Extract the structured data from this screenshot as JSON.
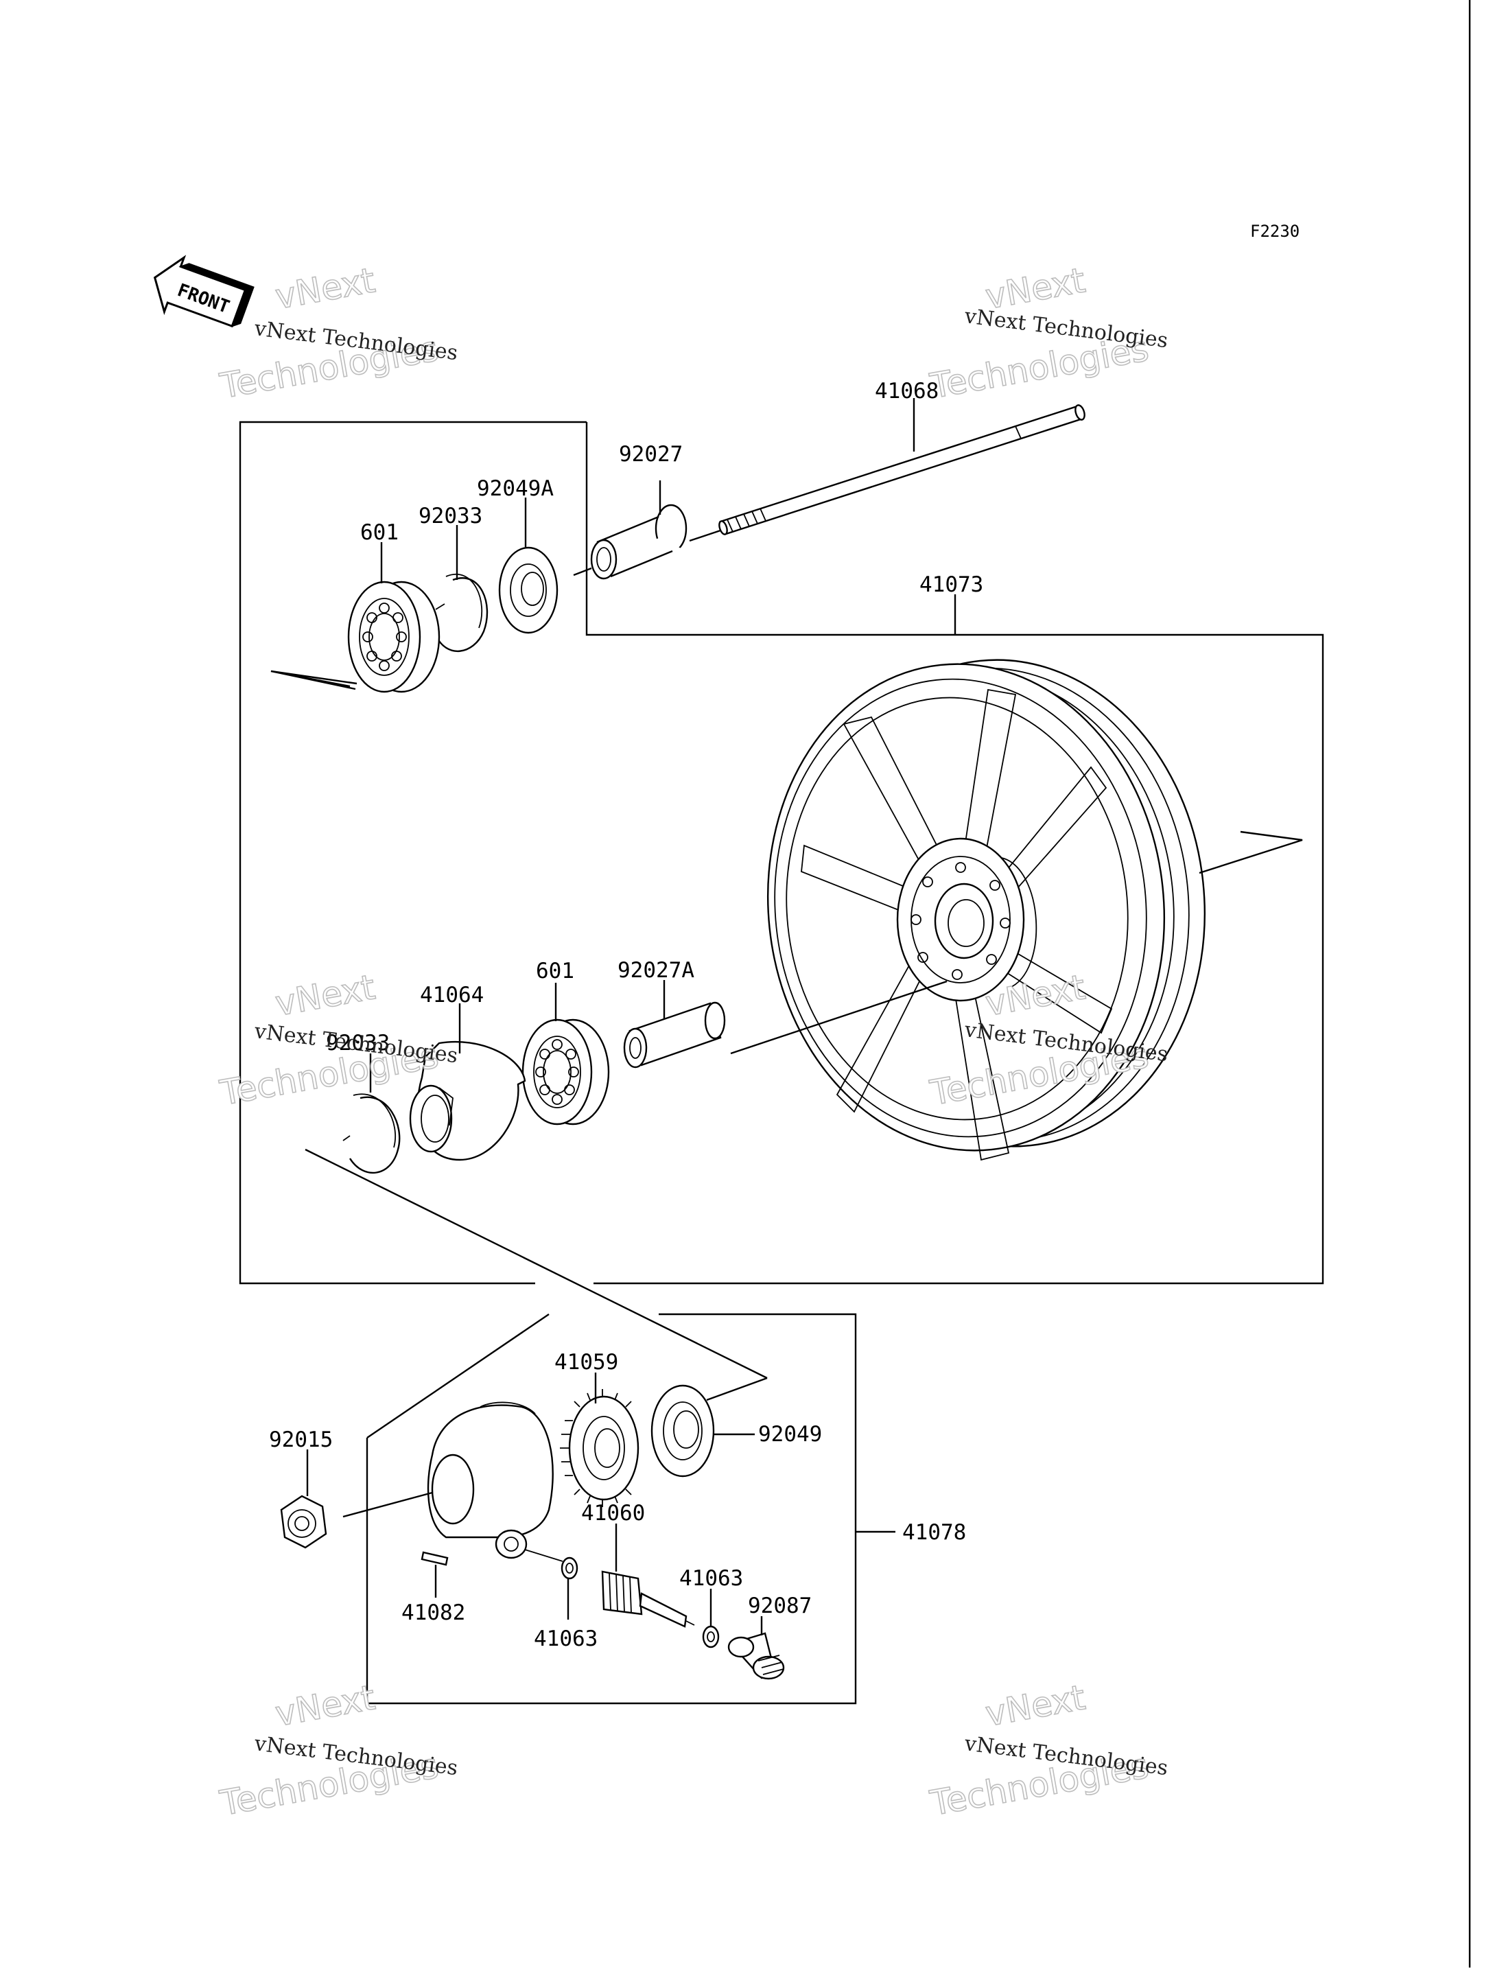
{
  "diagram_code": "F2230",
  "front_label": "FRONT",
  "watermark": {
    "line1": "vNext Technologies",
    "line2": "vNext",
    "line3": "Technologies"
  },
  "parts": {
    "p41068": "41068",
    "p92027": "92027",
    "p92049A": "92049A",
    "p92033_top": "92033",
    "p601_top": "601",
    "p41073": "41073",
    "p41064": "41064",
    "p601_mid": "601",
    "p92027A": "92027A",
    "p92033_mid": "92033",
    "p41059": "41059",
    "p92049": "92049",
    "p92015": "92015",
    "p41060": "41060",
    "p41078": "41078",
    "p41063_right": "41063",
    "p92087": "92087",
    "p41082": "41082",
    "p41063_left": "41063"
  },
  "colors": {
    "line": "#000000",
    "background": "#ffffff",
    "watermark_outline": "#bdbdbd"
  }
}
